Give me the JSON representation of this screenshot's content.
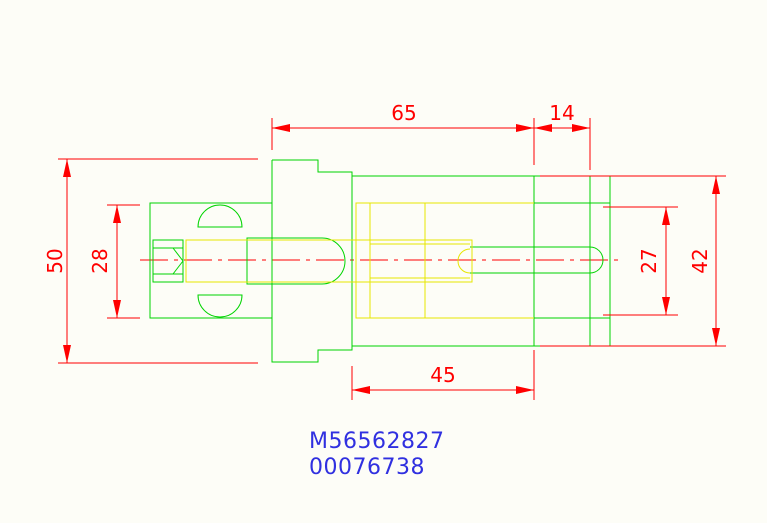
{
  "colors": {
    "dimension": "#ff0000",
    "part_outline": "#00d400",
    "inner_detail": "#e6e600",
    "text": "#3030e0",
    "background": "#fdfdf7"
  },
  "dimensions": {
    "top_overall": "65",
    "top_flange": "14",
    "bottom_body": "45",
    "left_outer": "50",
    "left_inner": "28",
    "right_inner": "27",
    "right_outer": "42"
  },
  "reference": {
    "part_number": "M56562827",
    "serial": "00076738"
  }
}
